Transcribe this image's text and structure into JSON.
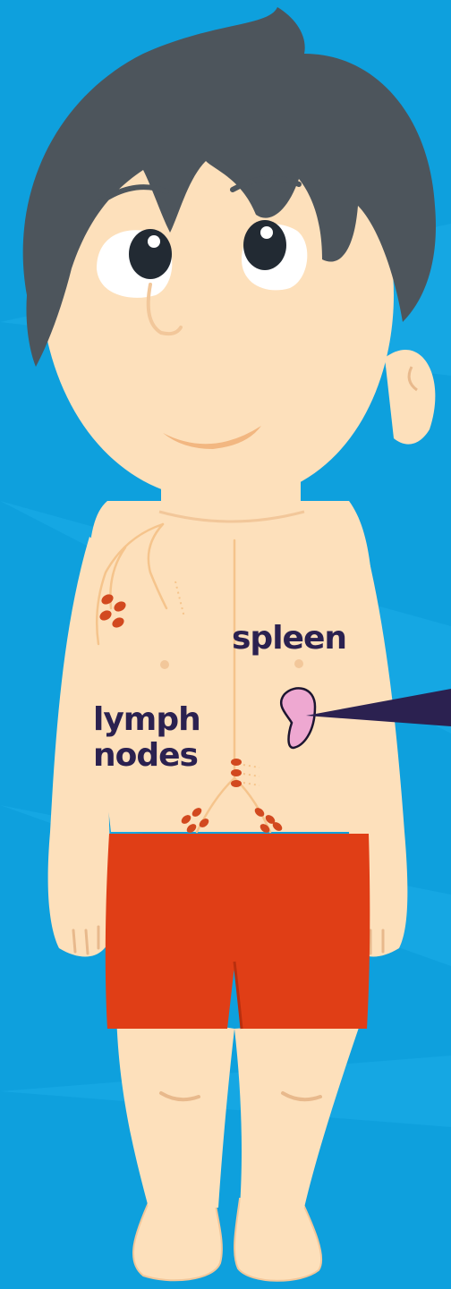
{
  "labels": {
    "spleen": "spleen",
    "lymph_line1": "lymph",
    "lymph_line2": "nodes"
  },
  "colors": {
    "background": "#0ea0dd",
    "background_light": "#1fb0ea",
    "skin": "#fde0bb",
    "skin_shadow": "#f2c79a",
    "hair": "#4d555c",
    "eye": "#222a33",
    "shorts": "#e03e16",
    "shorts_dark": "#b92f0e",
    "lymph_vessel": "#f5c48c",
    "lymph_node": "#d2491f",
    "spleen": "#eea8d1",
    "label_text": "#2b2150",
    "pointer": "#2b2150"
  },
  "icons": {
    "child_figure": "child-figure-icon",
    "spleen_organ": "spleen-organ-icon",
    "lymph_node": "lymph-node-icon"
  }
}
